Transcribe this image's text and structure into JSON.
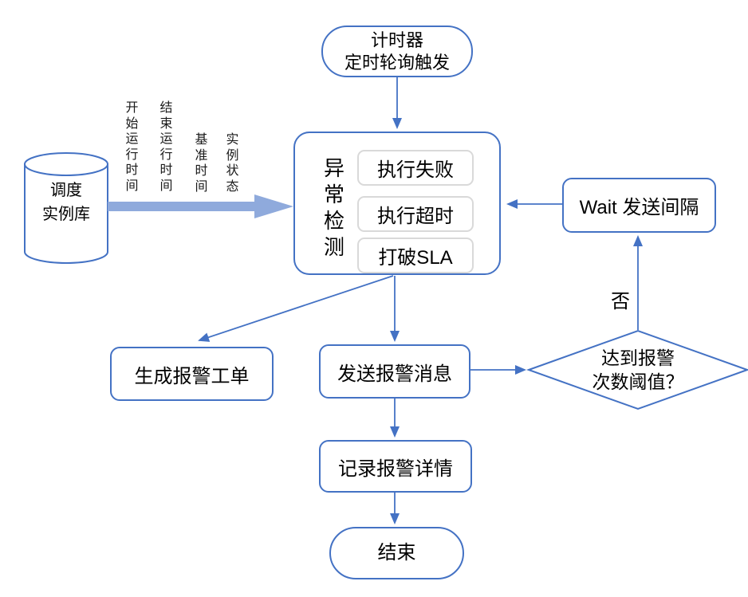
{
  "colors": {
    "accent": "#4472C4",
    "thick_arrow": "#8FAADC",
    "inner_box_border": "#D9D9D9",
    "text": "#000000",
    "background": "#FFFFFF"
  },
  "nodes": {
    "timer": {
      "line1": "计时器",
      "line2": "定时轮询触发"
    },
    "database": {
      "line1": "调度",
      "line2": "实例库"
    },
    "detection": {
      "label": "异常检测",
      "items": [
        "执行失败",
        "执行超时",
        "打破SLA"
      ]
    },
    "wait": {
      "label": "Wait 发送间隔"
    },
    "decision": {
      "line1": "达到报警",
      "line2": "次数阈值？"
    },
    "ticket": {
      "label": "生成报警工单"
    },
    "send": {
      "label": "发送报警消息"
    },
    "record": {
      "label": "记录报警详情"
    },
    "end": {
      "label": "结束"
    }
  },
  "data_labels": [
    "开始运行时间",
    "结束运行时间",
    "基准时间",
    "实例状态"
  ],
  "edge_labels": {
    "no": "否"
  }
}
